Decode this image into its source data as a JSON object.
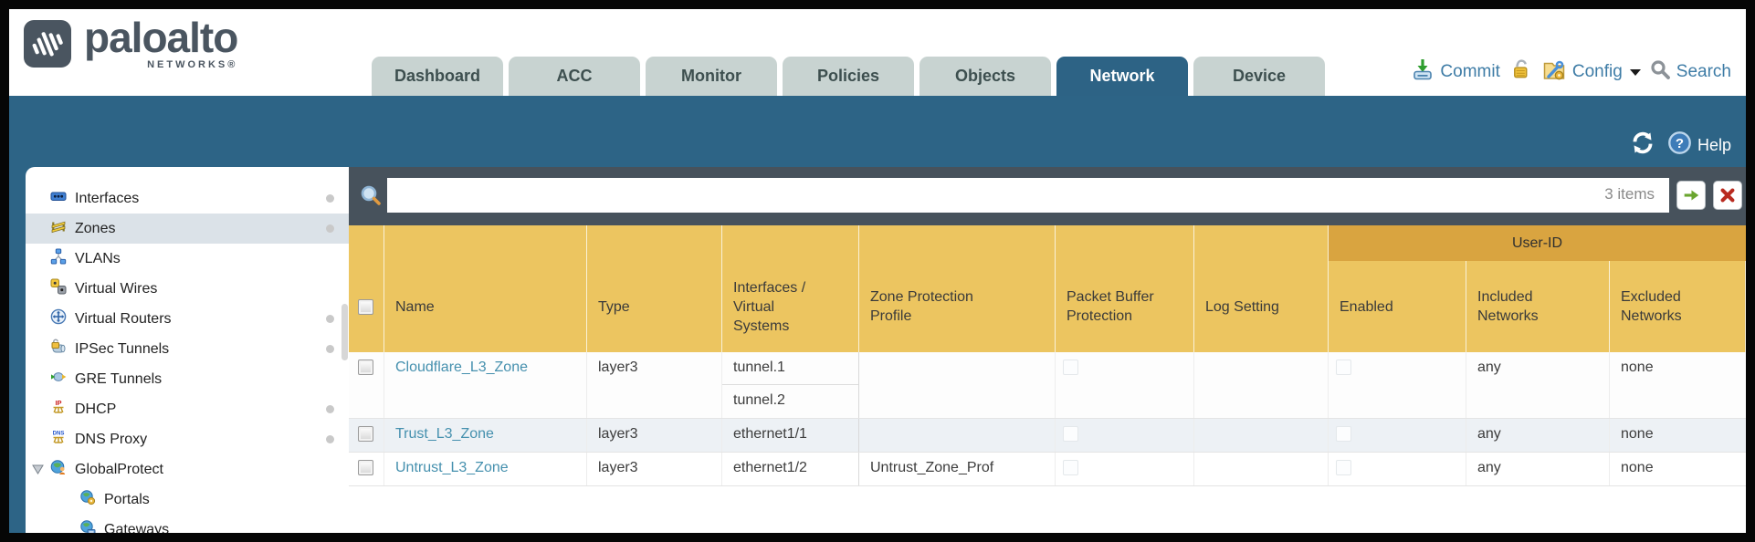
{
  "brand": {
    "name": "paloalto",
    "sub": "NETWORKS®"
  },
  "tabs": [
    {
      "label": "Dashboard",
      "active": false
    },
    {
      "label": "ACC",
      "active": false
    },
    {
      "label": "Monitor",
      "active": false
    },
    {
      "label": "Policies",
      "active": false
    },
    {
      "label": "Objects",
      "active": false
    },
    {
      "label": "Network",
      "active": true
    },
    {
      "label": "Device",
      "active": false
    }
  ],
  "utilities": {
    "commit": "Commit",
    "config": "Config",
    "search": "Search"
  },
  "band": {
    "help": "Help"
  },
  "sidebar": {
    "items": [
      {
        "label": "Interfaces",
        "dot": true
      },
      {
        "label": "Zones",
        "dot": true,
        "selected": true
      },
      {
        "label": "VLANs"
      },
      {
        "label": "Virtual Wires"
      },
      {
        "label": "Virtual Routers",
        "dot": true
      },
      {
        "label": "IPSec Tunnels",
        "dot": true
      },
      {
        "label": "GRE Tunnels"
      },
      {
        "label": "DHCP",
        "dot": true
      },
      {
        "label": "DNS Proxy",
        "dot": true
      },
      {
        "label": "GlobalProtect",
        "expanded": true
      },
      {
        "label": "Portals",
        "indent": true
      },
      {
        "label": "Gateways",
        "indent": true
      }
    ]
  },
  "toolbar": {
    "items_count": "3 items"
  },
  "table": {
    "group_header": "User-ID",
    "columns": [
      "Name",
      "Type",
      "Interfaces / Virtual Systems",
      "Zone Protection Profile",
      "Packet Buffer Protection",
      "Log Setting",
      "Enabled",
      "Included Networks",
      "Excluded Networks"
    ],
    "rows": [
      {
        "name": "Cloudflare_L3_Zone",
        "type": "layer3",
        "interfaces": [
          "tunnel.1",
          "tunnel.2"
        ],
        "zone_protection_profile": "",
        "log_setting": "",
        "included_networks": "any",
        "excluded_networks": "none"
      },
      {
        "name": "Trust_L3_Zone",
        "type": "layer3",
        "interfaces": [
          "ethernet1/1"
        ],
        "zone_protection_profile": "",
        "log_setting": "",
        "included_networks": "any",
        "excluded_networks": "none"
      },
      {
        "name": "Untrust_L3_Zone",
        "type": "layer3",
        "interfaces": [
          "ethernet1/2"
        ],
        "zone_protection_profile": "Untrust_Zone_Prof",
        "log_setting": "",
        "included_networks": "any",
        "excluded_networks": "none"
      }
    ]
  },
  "colors": {
    "teal": "#2d6486",
    "header_yellow": "#ecc560",
    "userid_band": "#d9a440",
    "slate": "#47525c",
    "link": "#4590ae",
    "active_tab": "#2d6385"
  }
}
